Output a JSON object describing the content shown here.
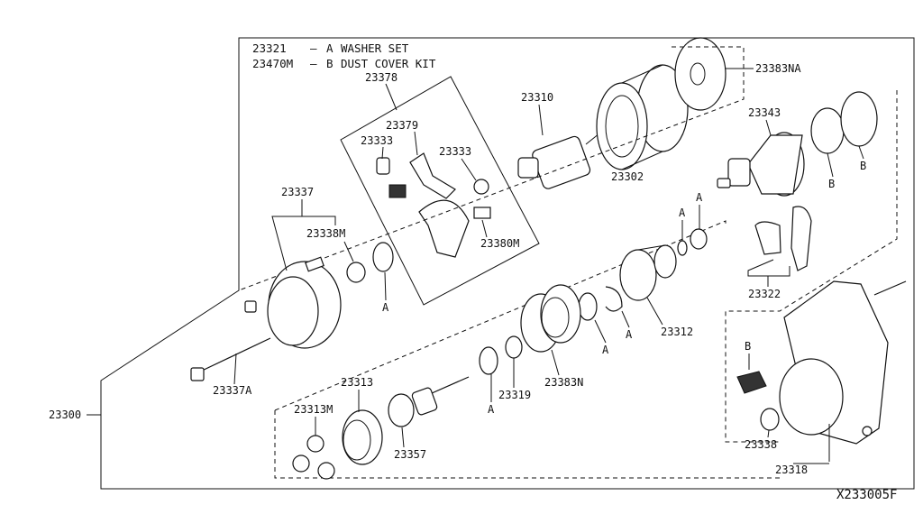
{
  "legend": [
    {
      "part": "23321",
      "letter": "A",
      "name": "WASHER SET"
    },
    {
      "part": "23470M",
      "letter": "B",
      "name": "DUST COVER KIT"
    }
  ],
  "callouts": {
    "p23378": "23378",
    "p23379": "23379",
    "p23333a": "23333",
    "p23333b": "23333",
    "p23380M": "23380M",
    "p23310": "23310",
    "p23302": "23302",
    "p23383NA": "23383NA",
    "p23343": "23343",
    "p23337": "23337",
    "p23338M": "23338M",
    "p23322": "23322",
    "p23312": "23312",
    "p23337A": "23337A",
    "p23313": "23313",
    "p23313M": "23313M",
    "p23319": "23319",
    "p23383N": "23383N",
    "p23357": "23357",
    "p23338": "23338",
    "p23318": "23318",
    "p23300": "23300"
  },
  "letter_markers": {
    "A": "A",
    "B": "B"
  },
  "diagram_code": "X233005F"
}
